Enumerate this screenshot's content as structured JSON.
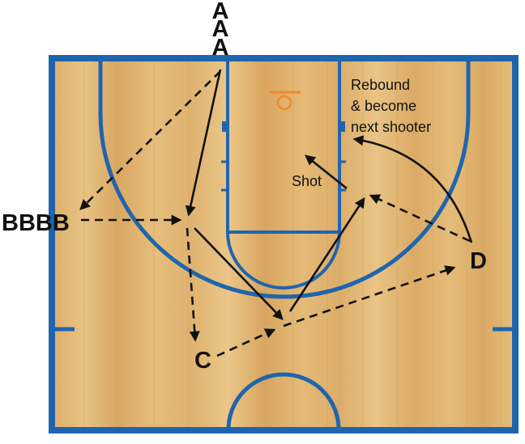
{
  "colors": {
    "court_wood": "#e2b774",
    "court_lines": "#1f65ae",
    "rim": "#f08a2c",
    "arrows": "#111111"
  },
  "players": {
    "a": [
      "A",
      "A",
      "A"
    ],
    "b": "BBBB",
    "c": "C",
    "d": "D"
  },
  "annotations": {
    "rebound": [
      "Rebound",
      "& become",
      "next shooter"
    ],
    "shot": "Shot"
  },
  "arrow_styles": {
    "pass": "dashed",
    "cut": "solid"
  }
}
